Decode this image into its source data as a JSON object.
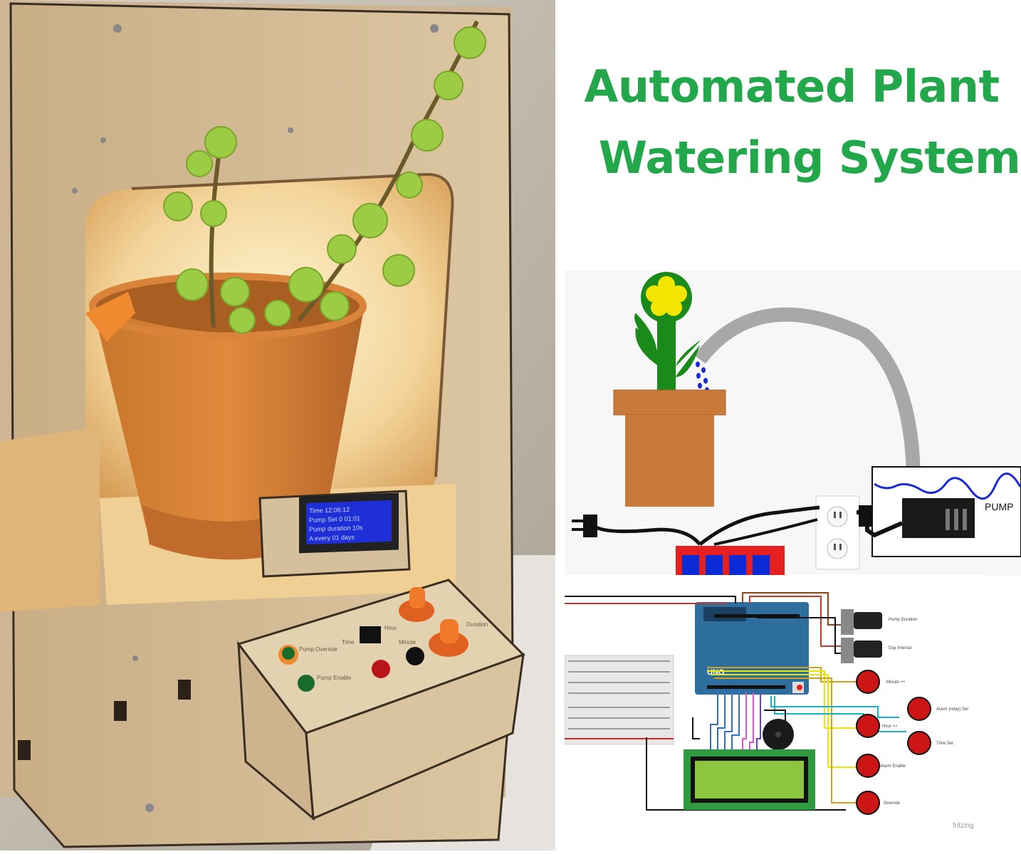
{
  "title": {
    "line1": "Automated Plant",
    "line2": "Watering System"
  },
  "diagram": {
    "pump_label": "PUMP"
  },
  "schematic": {
    "pots": [
      "Pump Duration",
      "Day Interval"
    ],
    "buttons": [
      "Minute ++",
      "Alarm (relay) Set",
      "Hour ++",
      "Time Set",
      "Alarm Enable",
      "Override"
    ],
    "board_label": "UNO",
    "watermark": "fritzing"
  },
  "photo": {
    "lcd_lines": [
      "Time 12:06:12",
      "Pump Set 0 01:01",
      "Pump duration 10s",
      "A every 01 days"
    ],
    "panel_labels": [
      "Pump Override",
      "Pump Enable",
      "Time",
      "Hour",
      "Minute",
      "Duration"
    ]
  },
  "colors": {
    "title_green": "#22a84a",
    "pot_orange": "#c87a3a",
    "plant_green": "#1a8a1a",
    "flower_yellow": "#f2e600",
    "hose_gray": "#a8a8a8",
    "power_strip_red": "#e52020",
    "button_blue": "#0a2bd6",
    "water_blue": "#1a2bd6",
    "arduino_blue": "#2e6e9e",
    "lcd_green": "#8cc63f",
    "wood": "#d9c3a0"
  }
}
